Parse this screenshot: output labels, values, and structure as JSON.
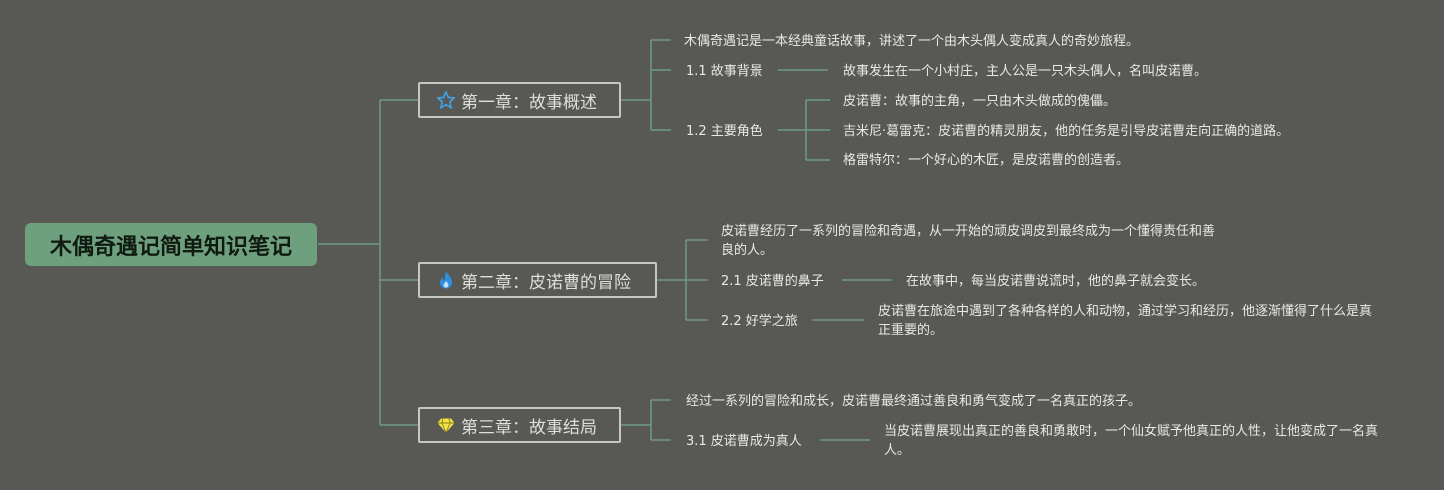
{
  "title": "木偶奇遇记简单知识笔记",
  "colors": {
    "background": "#585955",
    "root_fill": "#6fa07e",
    "connector": "#6e9a84",
    "chapter_border": "#c6c6c3",
    "star_icon": "#3fa3e6",
    "flame_icon": "#2f8fe0",
    "diamond_icon": "#f2e24a"
  },
  "chapters": [
    {
      "label": "第一章：故事概述",
      "icon": "star-icon",
      "summary": "木偶奇遇记是一本经典童话故事，讲述了一个由木头偶人变成真人的奇妙旅程。",
      "sections": [
        {
          "label": "1.1 故事背景",
          "details": [
            "故事发生在一个小村庄，主人公是一只木头偶人，名叫皮诺曹。"
          ]
        },
        {
          "label": "1.2 主要角色",
          "details": [
            "皮诺曹：故事的主角，一只由木头做成的傀儡。",
            "吉米尼·葛雷克：皮诺曹的精灵朋友，他的任务是引导皮诺曹走向正确的道路。",
            "格雷特尔：一个好心的木匠，是皮诺曹的创造者。"
          ]
        }
      ]
    },
    {
      "label": "第二章：皮诺曹的冒险",
      "icon": "flame-icon",
      "summary": "皮诺曹经历了一系列的冒险和奇遇，从一开始的顽皮调皮到最终成为一个懂得责任和善良的人。",
      "sections": [
        {
          "label": "2.1 皮诺曹的鼻子",
          "details": [
            "在故事中，每当皮诺曹说谎时，他的鼻子就会变长。"
          ]
        },
        {
          "label": "2.2 好学之旅",
          "details": [
            "皮诺曹在旅途中遇到了各种各样的人和动物，通过学习和经历，他逐渐懂得了什么是真正重要的。"
          ]
        }
      ]
    },
    {
      "label": "第三章：故事结局",
      "icon": "diamond-icon",
      "summary": "经过一系列的冒险和成长，皮诺曹最终通过善良和勇气变成了一名真正的孩子。",
      "sections": [
        {
          "label": "3.1 皮诺曹成为真人",
          "details": [
            "当皮诺曹展现出真正的善良和勇敢时，一个仙女赋予他真正的人性，让他变成了一名真人。"
          ]
        }
      ]
    }
  ]
}
